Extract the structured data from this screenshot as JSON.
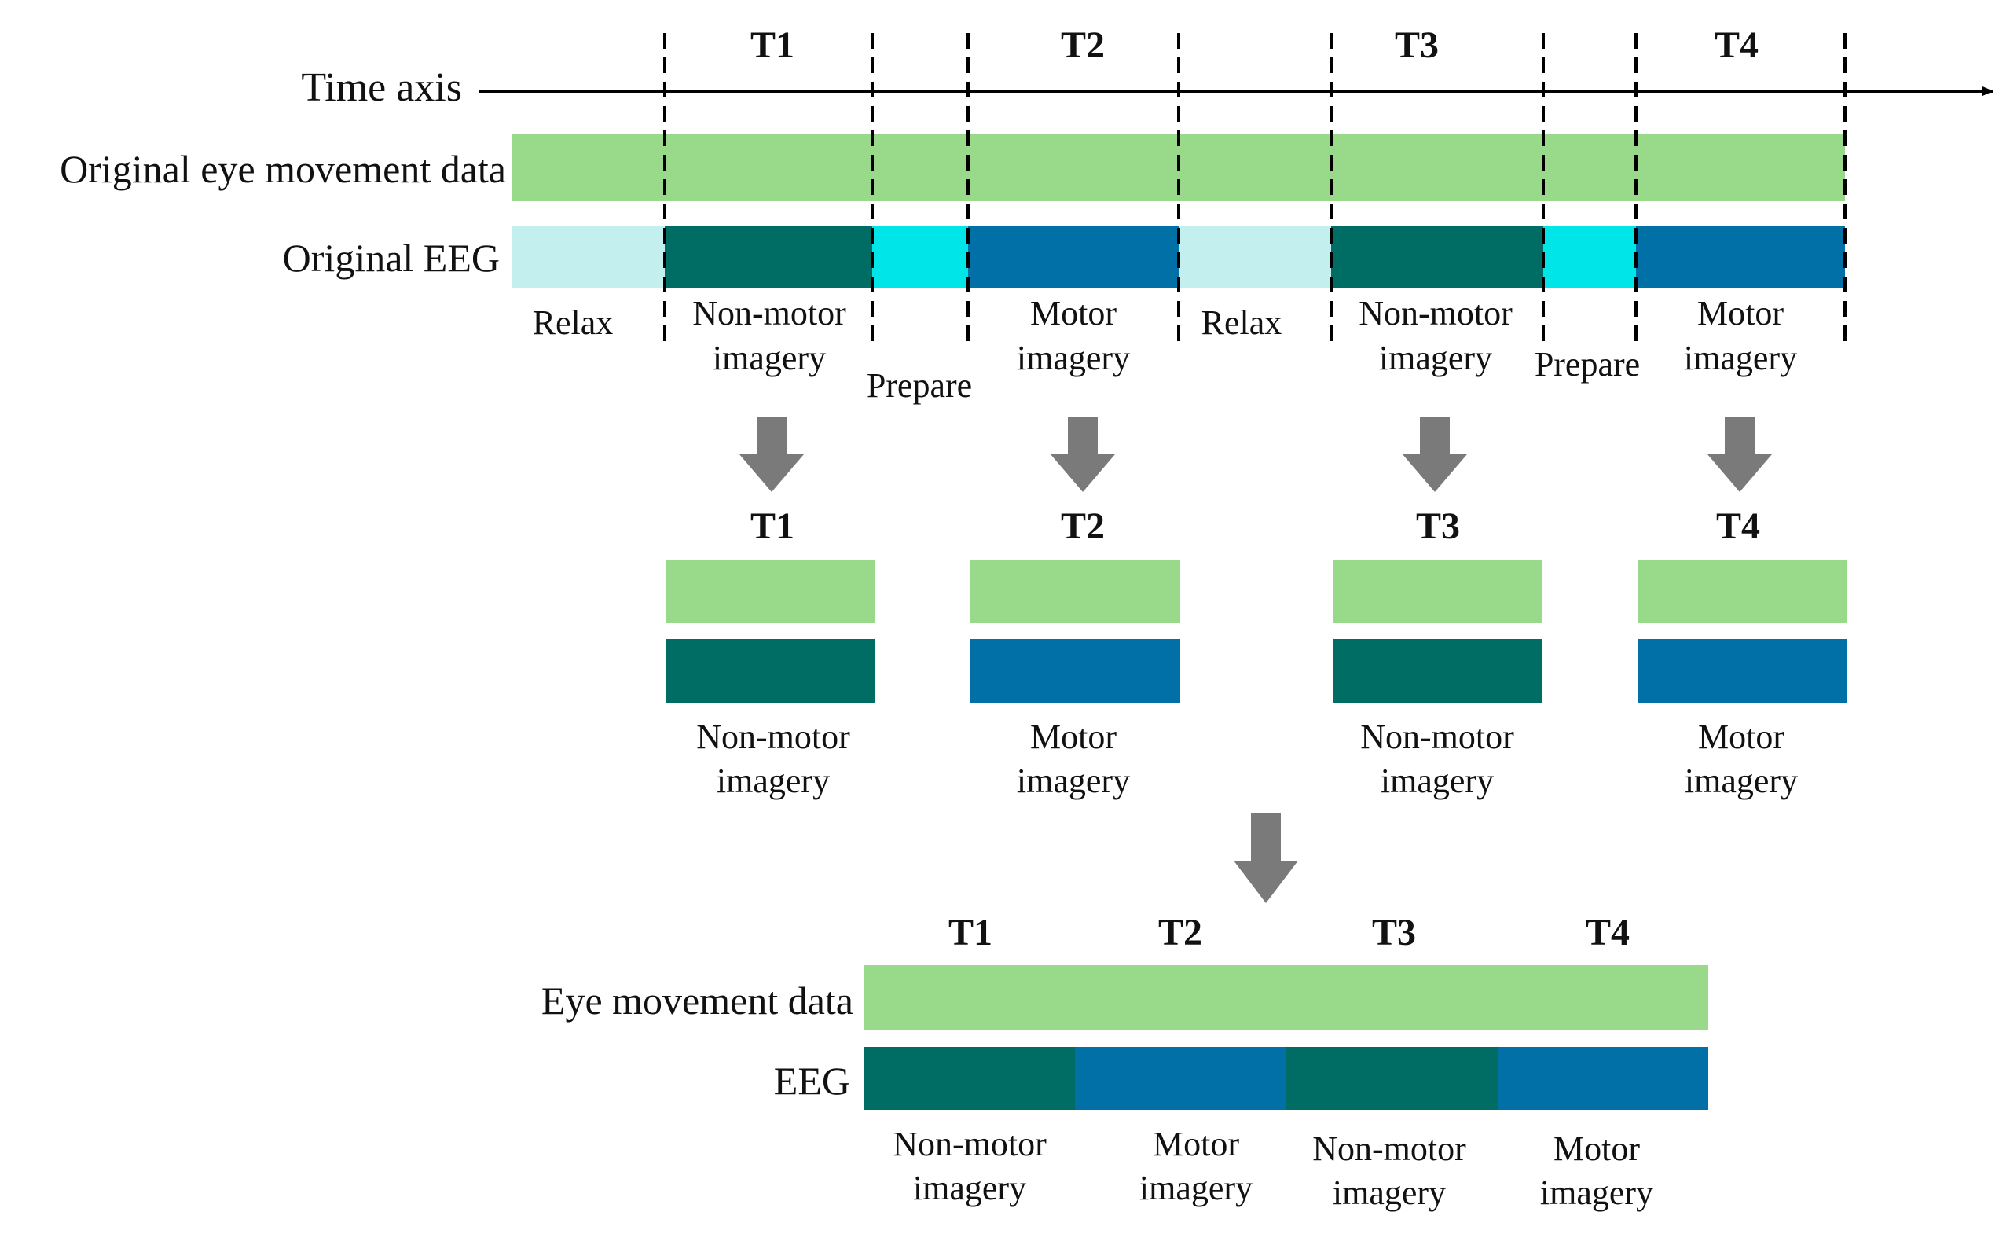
{
  "colors": {
    "eye": "#98D98A",
    "relax": "#C4EFEF",
    "prepare": "#00E5E8",
    "non_motor": "#006D64",
    "motor": "#0070A6",
    "arrow": "#7A7A7A",
    "line": "#000000"
  },
  "top": {
    "time_axis": "Time axis",
    "eye_label": "Original eye movement data",
    "eeg_label": "Original EEG",
    "trials": [
      "T1",
      "T2",
      "T3",
      "T4"
    ],
    "relax": "Relax",
    "prepare": "Prepare",
    "non_motor": [
      "Non-motor",
      "imagery"
    ],
    "motor": [
      "Motor",
      "imagery"
    ]
  },
  "middle": {
    "trials": [
      "T1",
      "T2",
      "T3",
      "T4"
    ],
    "non_motor": [
      "Non-motor",
      "imagery"
    ],
    "motor": [
      "Motor",
      "imagery"
    ]
  },
  "bottom": {
    "trials": [
      "T1",
      "T2",
      "T3",
      "T4"
    ],
    "eye_label": "Eye movement data",
    "eeg_label": "EEG",
    "non_motor": [
      "Non-motor",
      "imagery"
    ],
    "motor": [
      "Motor",
      "imagery"
    ]
  }
}
